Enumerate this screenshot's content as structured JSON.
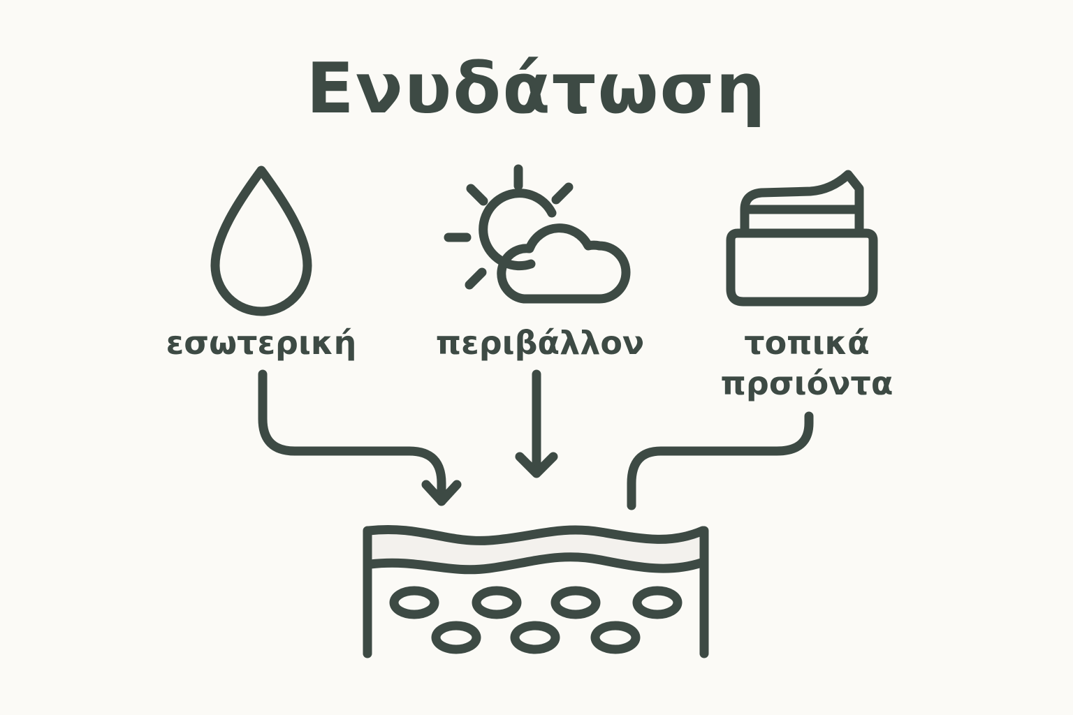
{
  "title": "Ενυδάτωση",
  "colors": {
    "stroke": "#3d4a44",
    "background": "#fbfaf6",
    "skin_top_layer": "#f3f1ed"
  },
  "sources": [
    {
      "id": "internal",
      "label": "εσωτερική",
      "icon": "water-drop-icon"
    },
    {
      "id": "environment",
      "label": "περιβάλλον",
      "icon": "sun-cloud-icon"
    },
    {
      "id": "topical",
      "label_line1": "τοπικά",
      "label_line2": "πρσιόντα",
      "icon": "cream-jar-icon"
    }
  ],
  "target": {
    "icon": "skin-layers-icon",
    "cell_count": 7
  }
}
